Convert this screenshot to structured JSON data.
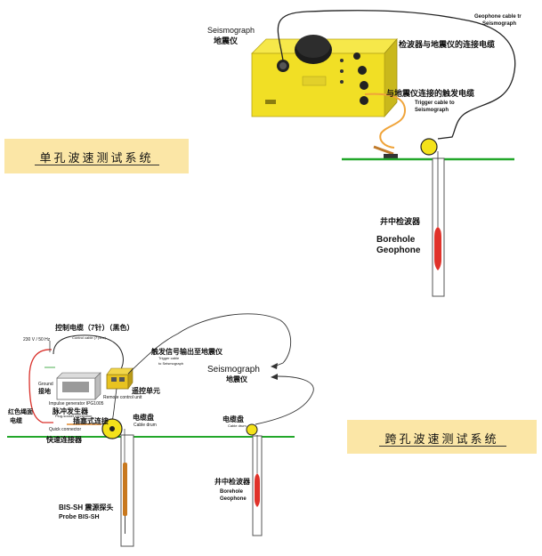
{
  "top_diagram": {
    "seismograph_en": "Seismograph",
    "seismograph_cn": "地震仪",
    "geophone_cable_en": "Geophone cable tr Seismograph",
    "geophone_cable_en_1": "Geophone cable tr",
    "geophone_cable_en_2": "Seismograph",
    "geophone_cable_cn": "检波器与地震仪的连接电缆",
    "trigger_cable_cn": "与地震仪连接的触发电缆",
    "trigger_cable_en_1": "Trigger  cable to",
    "trigger_cable_en_2": "Seismograph",
    "borehole_geophone_cn": "井中检波器",
    "borehole_geophone_en_1": "Borehole",
    "borehole_geophone_en_2": "Geophone",
    "method_label": "单孔波速测试系统"
  },
  "bottom_diagram": {
    "control_cable": "控制电缆（7针）（黑色）",
    "power_label": "230 V / 50 Hz",
    "control_cable_en": "Control cable (7 pins)",
    "ground_en": "Ground",
    "ground_cn": "接地",
    "impulse_en": "Impulse generator IPG1005",
    "impulse_cn": "脉冲发生器",
    "red_cable_cn_1": "红色绳面",
    "red_cable_cn_2": "电缆",
    "plug_en": "Plug-socket connection",
    "plug_cn": "插塞式连接",
    "quick_en": "Quick connector",
    "quick_cn": "快速连接器",
    "remote_en": "Remote control unit",
    "remote_cn": "遥控单元",
    "trigger_out_cn": "触发信号输出至地震仪",
    "trigger_out_en_1": "Trigger cable",
    "trigger_out_en_2": "to Seismograph",
    "seismograph_en": "Seismograph",
    "seismograph_cn": "地震仪",
    "cable_drum_cn_left": "电缆盘",
    "cable_drum_en_left": "Cable drum",
    "cable_drum_cn_right": "电缆盘",
    "cable_drum_en_right": "Cable drum",
    "probe_cn": "BIS-SH 震源探头",
    "probe_en": "Probe BIS-SH",
    "borehole_geophone_cn": "井中检波器",
    "borehole_geophone_en_1": "Borehole",
    "borehole_geophone_en_2": "Geophone",
    "method_label": "跨孔波速测试系统"
  },
  "colors": {
    "ground_line": "#22a72a",
    "label_box": "#fbe6a6",
    "seismograph_body": "#f1df25",
    "geophone_red": "#e0322a",
    "trigger_cable": "#f0a43a",
    "cable_drum": "#f4e21a"
  }
}
